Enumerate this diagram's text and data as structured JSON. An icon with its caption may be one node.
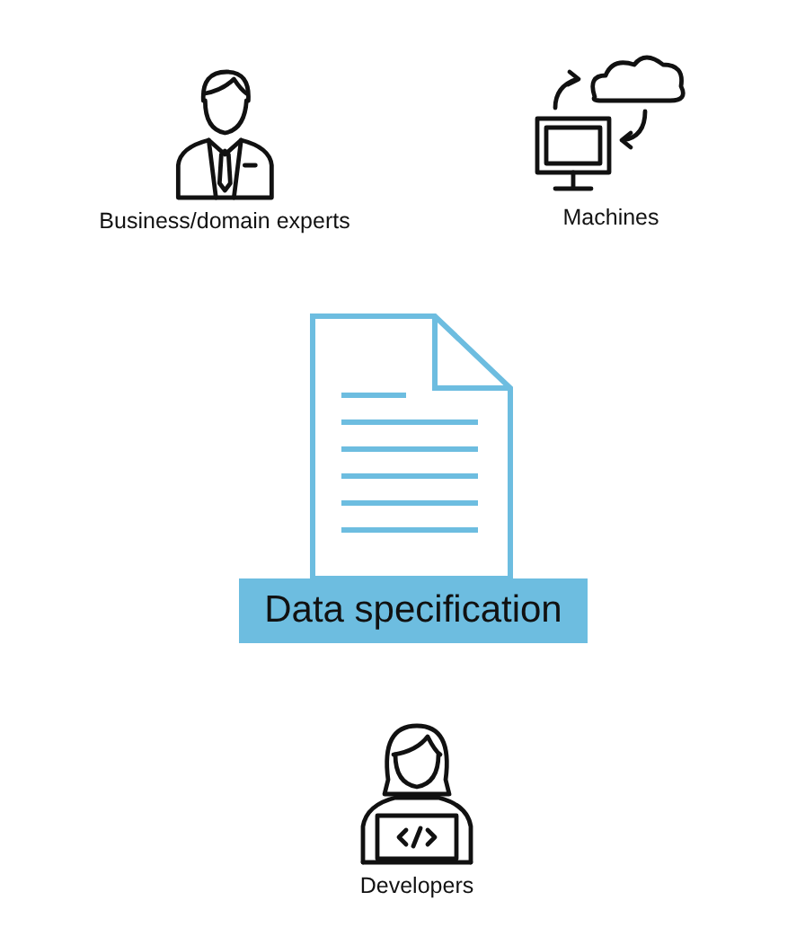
{
  "diagram": {
    "nodes": [
      {
        "text": [
          "Business/domain experts"
        ]
      },
      {
        "text": [
          "Machines"
        ]
      },
      {
        "text": [
          "Data specification"
        ]
      },
      {
        "text": [
          "Developers"
        ]
      }
    ]
  }
}
